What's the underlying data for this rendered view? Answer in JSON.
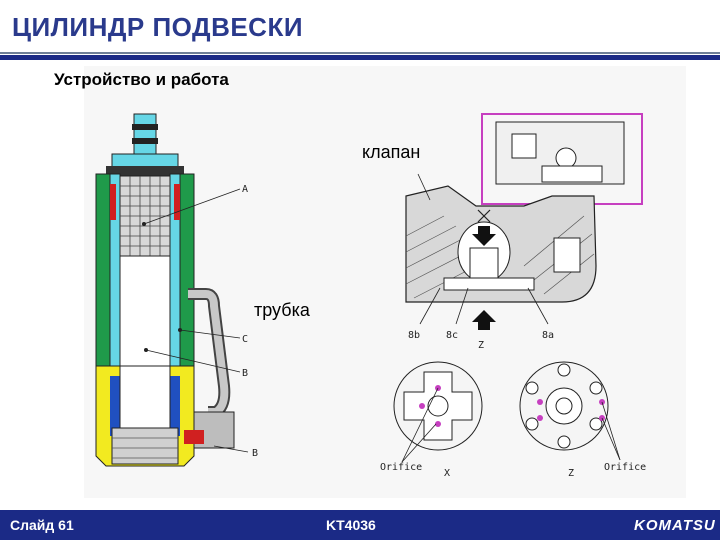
{
  "slide_title": "ЦИЛИНДР ПОДВЕСКИ",
  "subtitle": "Устройство и работа",
  "labels": {
    "valve": "клапан",
    "tube": "трубка"
  },
  "drawing_labels": {
    "a": "A",
    "c": "C",
    "b1": "B",
    "b2": "B",
    "port_8b": "8b",
    "port_8c": "8c",
    "port_8a": "8a",
    "view_z": "Z",
    "view_x_mark": "X",
    "orifice_left": "Orifice",
    "orifice_right": "Orifice",
    "x_under": "X",
    "z_under": "Z"
  },
  "footer": {
    "slide_number": "Слайд 61",
    "course_code": "KT4036",
    "brand": "KOMATSU"
  },
  "colors": {
    "title": "#2a3a8c",
    "footer": "#1b2a86",
    "cylinder_cyan": "#66d6e6",
    "cylinder_green": "#1f9a4a",
    "cylinder_yellow": "#f2ea20",
    "highlight_box": "#c63fc0",
    "red_parts": "#d02020"
  }
}
